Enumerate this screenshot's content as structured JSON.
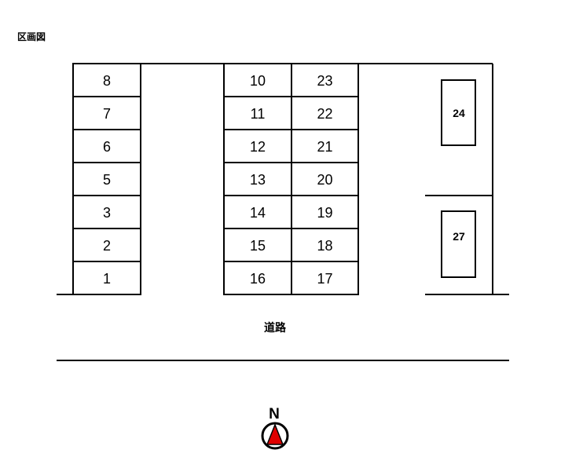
{
  "title": "区画図",
  "road_label": "道路",
  "north_label": "N",
  "colors": {
    "line": "#000000",
    "compass_arrow": "#e00000"
  },
  "lots": {
    "left_column": [
      "8",
      "7",
      "6",
      "5",
      "3",
      "2",
      "1"
    ],
    "center_left_column": [
      "10",
      "11",
      "12",
      "13",
      "14",
      "15",
      "16"
    ],
    "center_right_column": [
      "23",
      "22",
      "21",
      "20",
      "19",
      "18",
      "17"
    ],
    "right_upper": "24",
    "right_lower": "27"
  }
}
